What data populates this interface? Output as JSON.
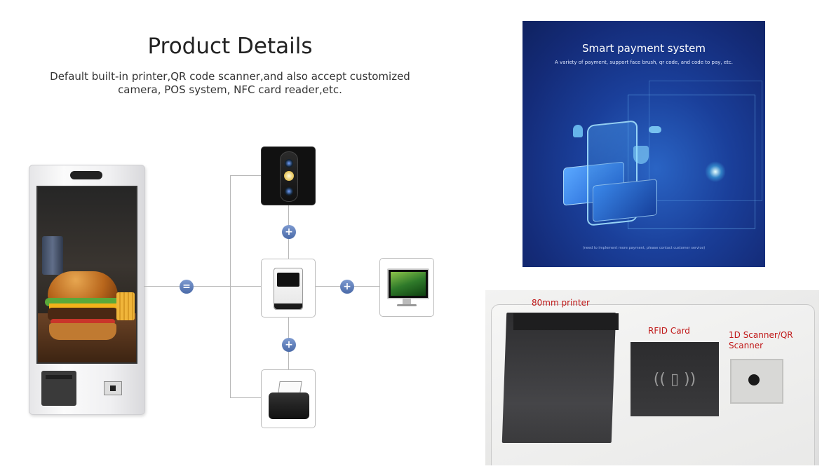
{
  "heading": {
    "title": "Product Details",
    "subtitle_line1": "Default built-in printer,QR code scanner,and also accept customized",
    "subtitle_line2": "camera, POS system, NFC card reader,etc."
  },
  "diagram": {
    "equals_symbol": "=",
    "plus_symbol": "+"
  },
  "smart_payment": {
    "title": "Smart payment system",
    "subtitle": "A variety of payment, support face brush, qr code, and code to pay, etc.",
    "note": "(need to implement more payment, please contact customer service)"
  },
  "hardware": {
    "printer_label": "80mm printer",
    "rfid_label": "RFID Card",
    "scanner_label_line1": "1D Scanner/QR",
    "scanner_label_line2": "Scanner",
    "rfid_icon": "((  ▯  ))"
  },
  "colors": {
    "node_blue": "#5a7bbd",
    "label_red": "#c01818",
    "payment_bg": "#1a3f9a"
  }
}
